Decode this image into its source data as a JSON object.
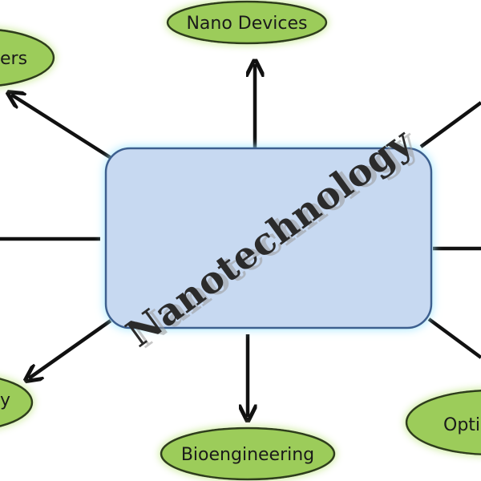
{
  "diagram": {
    "center": {
      "label": "Nanotechnology"
    },
    "nodes": [
      {
        "id": "nano-devices",
        "label": "Nano Devices"
      },
      {
        "id": "top-left",
        "label": "ers"
      },
      {
        "id": "bioengineering",
        "label": "Bioengineering"
      },
      {
        "id": "bottom-left",
        "label": "y"
      },
      {
        "id": "bottom-right",
        "label": "Opti"
      }
    ],
    "colors": {
      "node_fill": "#9ccc5a",
      "node_glow": "#d9f0b4",
      "node_stroke": "#2f3e1e",
      "center_fill": "#c7d9f1",
      "center_stroke": "#3d5f8f",
      "center_glow": "#9fe6ff",
      "arrow": "#111111"
    }
  }
}
